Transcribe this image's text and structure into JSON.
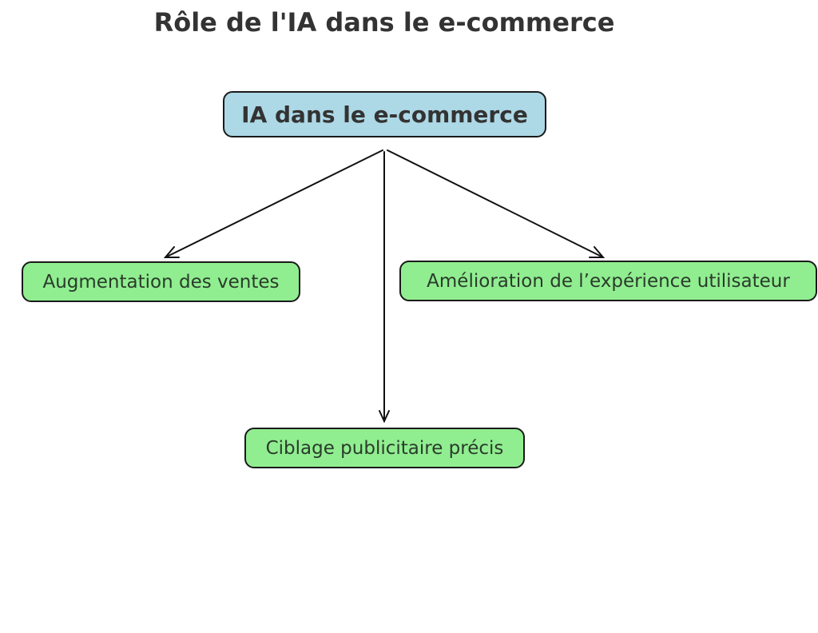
{
  "title": "Rôle de l'IA dans le e-commerce",
  "root": {
    "label": "IA dans le e-commerce",
    "color": "#add8e6"
  },
  "children": [
    {
      "label": "Augmentation des ventes",
      "color": "#90ee90"
    },
    {
      "label": "Amélioration de l’expérience utilisateur",
      "color": "#90ee90"
    },
    {
      "label": "Ciblage publicitaire précis",
      "color": "#90ee90"
    }
  ],
  "edges": [
    {
      "from": "IA dans le e-commerce",
      "to": "Augmentation des ventes"
    },
    {
      "from": "IA dans le e-commerce",
      "to": "Amélioration de l’expérience utilisateur"
    },
    {
      "from": "IA dans le e-commerce",
      "to": "Ciblage publicitaire précis"
    }
  ]
}
